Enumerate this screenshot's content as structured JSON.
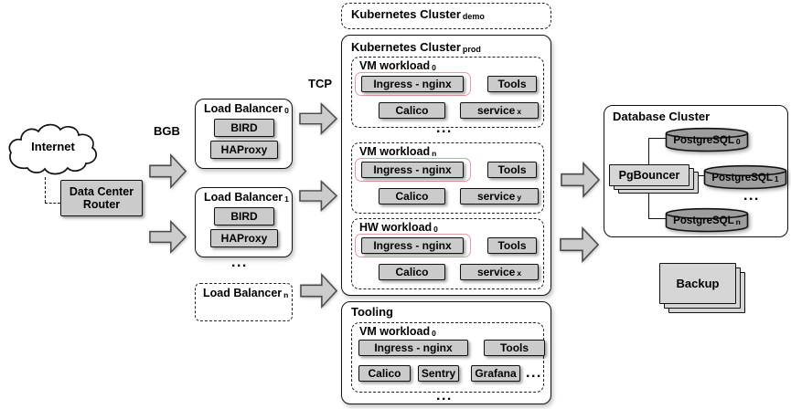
{
  "colors": {
    "component_fill": "#cbcbcb",
    "light_fill": "#d6d6d6",
    "cylinder_fill": "#9e9e9e",
    "arrow_fill": "#cccccc",
    "arrow_border": "#4a4a4a",
    "ingress_highlight": "#e59aa6",
    "border": "#111111"
  },
  "left": {
    "internet": "Internet",
    "router_line1": "Data Center",
    "router_line2": "Router",
    "bgb": "BGB",
    "tcp": "TCP"
  },
  "load_balancers": {
    "lb0": {
      "title": "Load Balancer",
      "sub": "0",
      "bird": "BIRD",
      "haproxy": "HAProxy"
    },
    "lb1": {
      "title": "Load Balancer",
      "sub": "1",
      "bird": "BIRD",
      "haproxy": "HAProxy"
    },
    "lbn": {
      "title": "Load Balancer",
      "sub": "n"
    },
    "ellipsis": "..."
  },
  "k8s_demo": {
    "title": "Kubernetes Cluster",
    "sub": "demo"
  },
  "k8s_prod": {
    "title": "Kubernetes Cluster",
    "sub": "prod",
    "ellipsis": "...",
    "workloads": [
      {
        "title": "VM workload",
        "sub": "0",
        "ingress": "Ingress - nginx",
        "tools": "Tools",
        "calico": "Calico",
        "service": "service",
        "service_sub": "x"
      },
      {
        "title": "VM workload",
        "sub": "n",
        "ingress": "Ingress - nginx",
        "tools": "Tools",
        "calico": "Calico",
        "service": "service",
        "service_sub": "y"
      },
      {
        "title": "HW workload",
        "sub": "0",
        "ingress": "Ingress - nginx",
        "tools": "Tools",
        "calico": "Calico",
        "service": "service",
        "service_sub": "x"
      }
    ]
  },
  "tooling": {
    "title": "Tooling",
    "ellipsis": "...",
    "workload": {
      "title": "VM workload",
      "sub": "0",
      "ingress": "Ingress - nginx",
      "tools": "Tools",
      "calico": "Calico",
      "sentry": "Sentry",
      "grafana": "Grafana",
      "ellipsis": "..."
    }
  },
  "database": {
    "title": "Database Cluster",
    "pgbouncer": "PgBouncer",
    "pg0": {
      "name": "PostgreSQL",
      "sub": "0"
    },
    "pg1": {
      "name": "PostgreSQL",
      "sub": "1"
    },
    "pgn": {
      "name": "PostgreSQL",
      "sub": "n"
    },
    "ellipsis": "..."
  },
  "backup": "Backup"
}
